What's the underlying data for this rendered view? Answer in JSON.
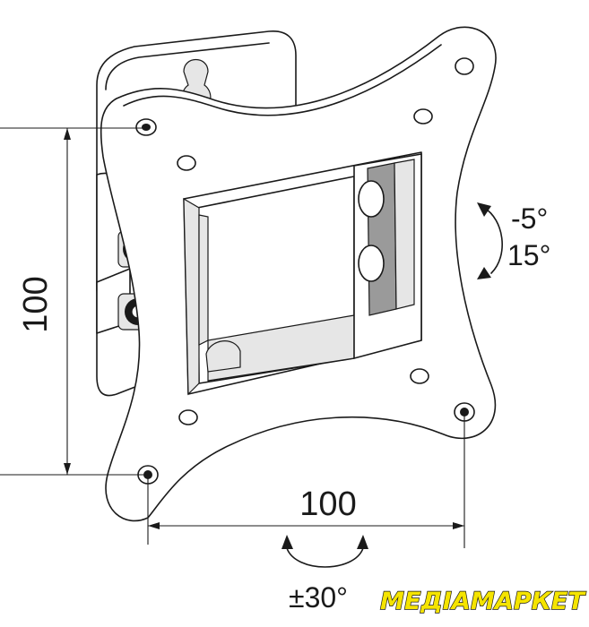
{
  "dimensions": {
    "vertical_label": "100",
    "horizontal_label": "100"
  },
  "tilt": {
    "up_label": "-5°",
    "down_label": "15°"
  },
  "swivel": {
    "label": "±30°"
  },
  "brand": {
    "logo_text": "МЕДІАМАРКЕТ",
    "logo_color": "#f5e400"
  },
  "colors": {
    "line": "#1a1a1a",
    "background": "#ffffff"
  }
}
